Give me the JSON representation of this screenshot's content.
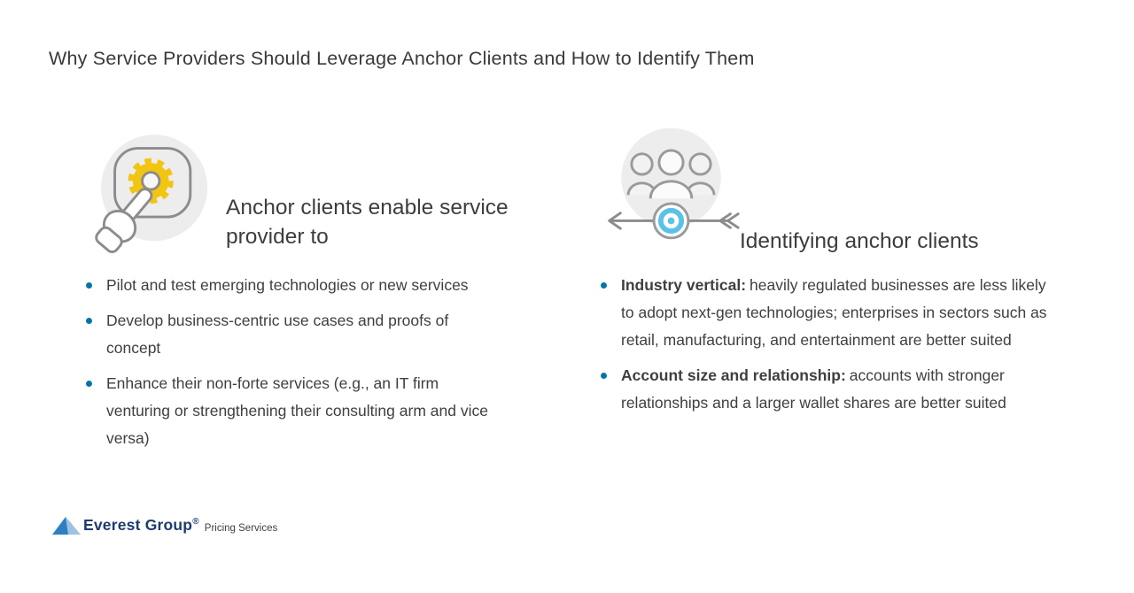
{
  "title": "Why Service Providers Should Leverage Anchor Clients and How to Identify Them",
  "left_section": {
    "heading": "Anchor clients enable service provider to",
    "icon": "gear-hand-click-icon",
    "bullets": [
      "Pilot and test emerging technologies or new services",
      "Develop business-centric use cases and proofs of concept",
      "Enhance their non-forte services (e.g., an IT firm venturing or strengthening their consulting arm and vice versa)"
    ]
  },
  "right_section": {
    "heading": "Identifying anchor clients",
    "icon": "people-target-arrow-icon",
    "bullets": [
      {
        "lead": "Industry vertical:",
        "text": "heavily regulated businesses are less likely to adopt next-gen technologies; enterprises in sectors such as retail, manufacturing, and entertainment are better suited"
      },
      {
        "lead": "Account size and relationship:",
        "text": "accounts with stronger relationships and a larger wallet shares are better suited"
      }
    ]
  },
  "footer": {
    "brand": "Everest Group",
    "registered_mark": "®",
    "tagline": "Pricing Services"
  },
  "colors": {
    "bullet_blue": "#0076a8",
    "icon_light_blue": "#5bc2e7",
    "icon_yellow": "#f2c511",
    "icon_gray": "#8c8c8c",
    "icon_bg_gray": "#ededed",
    "text_gray": "#3f3f3f",
    "logo_navy": "#1d3c6e",
    "logo_blue": "#2e7fc2"
  }
}
